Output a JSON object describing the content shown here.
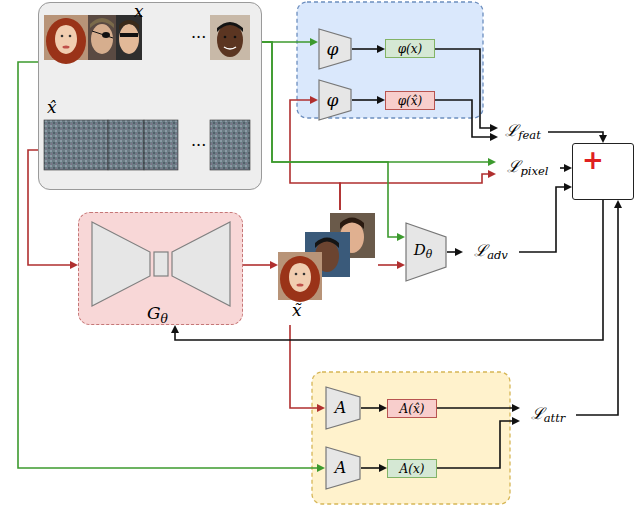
{
  "diagram": {
    "nodes": [
      {
        "text": [
          "x",
          "...",
          "x̂",
          "..."
        ]
      },
      {
        "text": [
          "φ"
        ]
      },
      {
        "text": [
          "φ(x)"
        ]
      },
      {
        "text": [
          "φ"
        ]
      },
      {
        "text": [
          "φ(x̂)"
        ]
      },
      {
        "text": [
          "ℒfeat"
        ]
      },
      {
        "text": [
          "ℒpixel"
        ]
      },
      {
        "text": [
          "+"
        ]
      },
      {
        "text": [
          "Gθ"
        ]
      },
      {
        "text": [
          "x̃"
        ]
      },
      {
        "text": [
          "Dθ"
        ]
      },
      {
        "text": [
          "ℒadv"
        ]
      },
      {
        "text": [
          "A"
        ]
      },
      {
        "text": [
          "A(x̂)"
        ]
      },
      {
        "text": [
          "A"
        ]
      },
      {
        "text": [
          "A(x)"
        ]
      },
      {
        "text": [
          "ℒattr"
        ]
      }
    ],
    "edges": [
      {
        "from": 0,
        "to": 1,
        "arrow": "to"
      },
      {
        "from": 1,
        "to": 2,
        "arrow": "to"
      },
      {
        "from": 9,
        "to": 3,
        "arrow": "to"
      },
      {
        "from": 3,
        "to": 4,
        "arrow": "to"
      },
      {
        "from": 2,
        "to": 5,
        "arrow": "to"
      },
      {
        "from": 4,
        "to": 5,
        "arrow": "to"
      },
      {
        "from": 0,
        "to": 6,
        "arrow": "to"
      },
      {
        "from": 9,
        "to": 6,
        "arrow": "to"
      },
      {
        "from": 0,
        "to": 10,
        "arrow": "to"
      },
      {
        "from": 9,
        "to": 10,
        "arrow": "to"
      },
      {
        "from": 10,
        "to": 11,
        "arrow": "to"
      },
      {
        "from": 0,
        "to": 8,
        "arrow": "to"
      },
      {
        "from": 8,
        "to": 9,
        "arrow": "to"
      },
      {
        "from": 9,
        "to": 12,
        "arrow": "to"
      },
      {
        "from": 12,
        "to": 13,
        "arrow": "to"
      },
      {
        "from": 0,
        "to": 14,
        "arrow": "to"
      },
      {
        "from": 14,
        "to": 15,
        "arrow": "to"
      },
      {
        "from": 13,
        "to": 16,
        "arrow": "to"
      },
      {
        "from": 15,
        "to": 16,
        "arrow": "to"
      },
      {
        "from": 5,
        "to": 7,
        "arrow": "to"
      },
      {
        "from": 6,
        "to": 7,
        "arrow": "to"
      },
      {
        "from": 11,
        "to": 7,
        "arrow": "to"
      },
      {
        "from": 16,
        "to": 7,
        "arrow": "to"
      },
      {
        "from": 7,
        "to": 8,
        "arrow": "to"
      }
    ]
  }
}
